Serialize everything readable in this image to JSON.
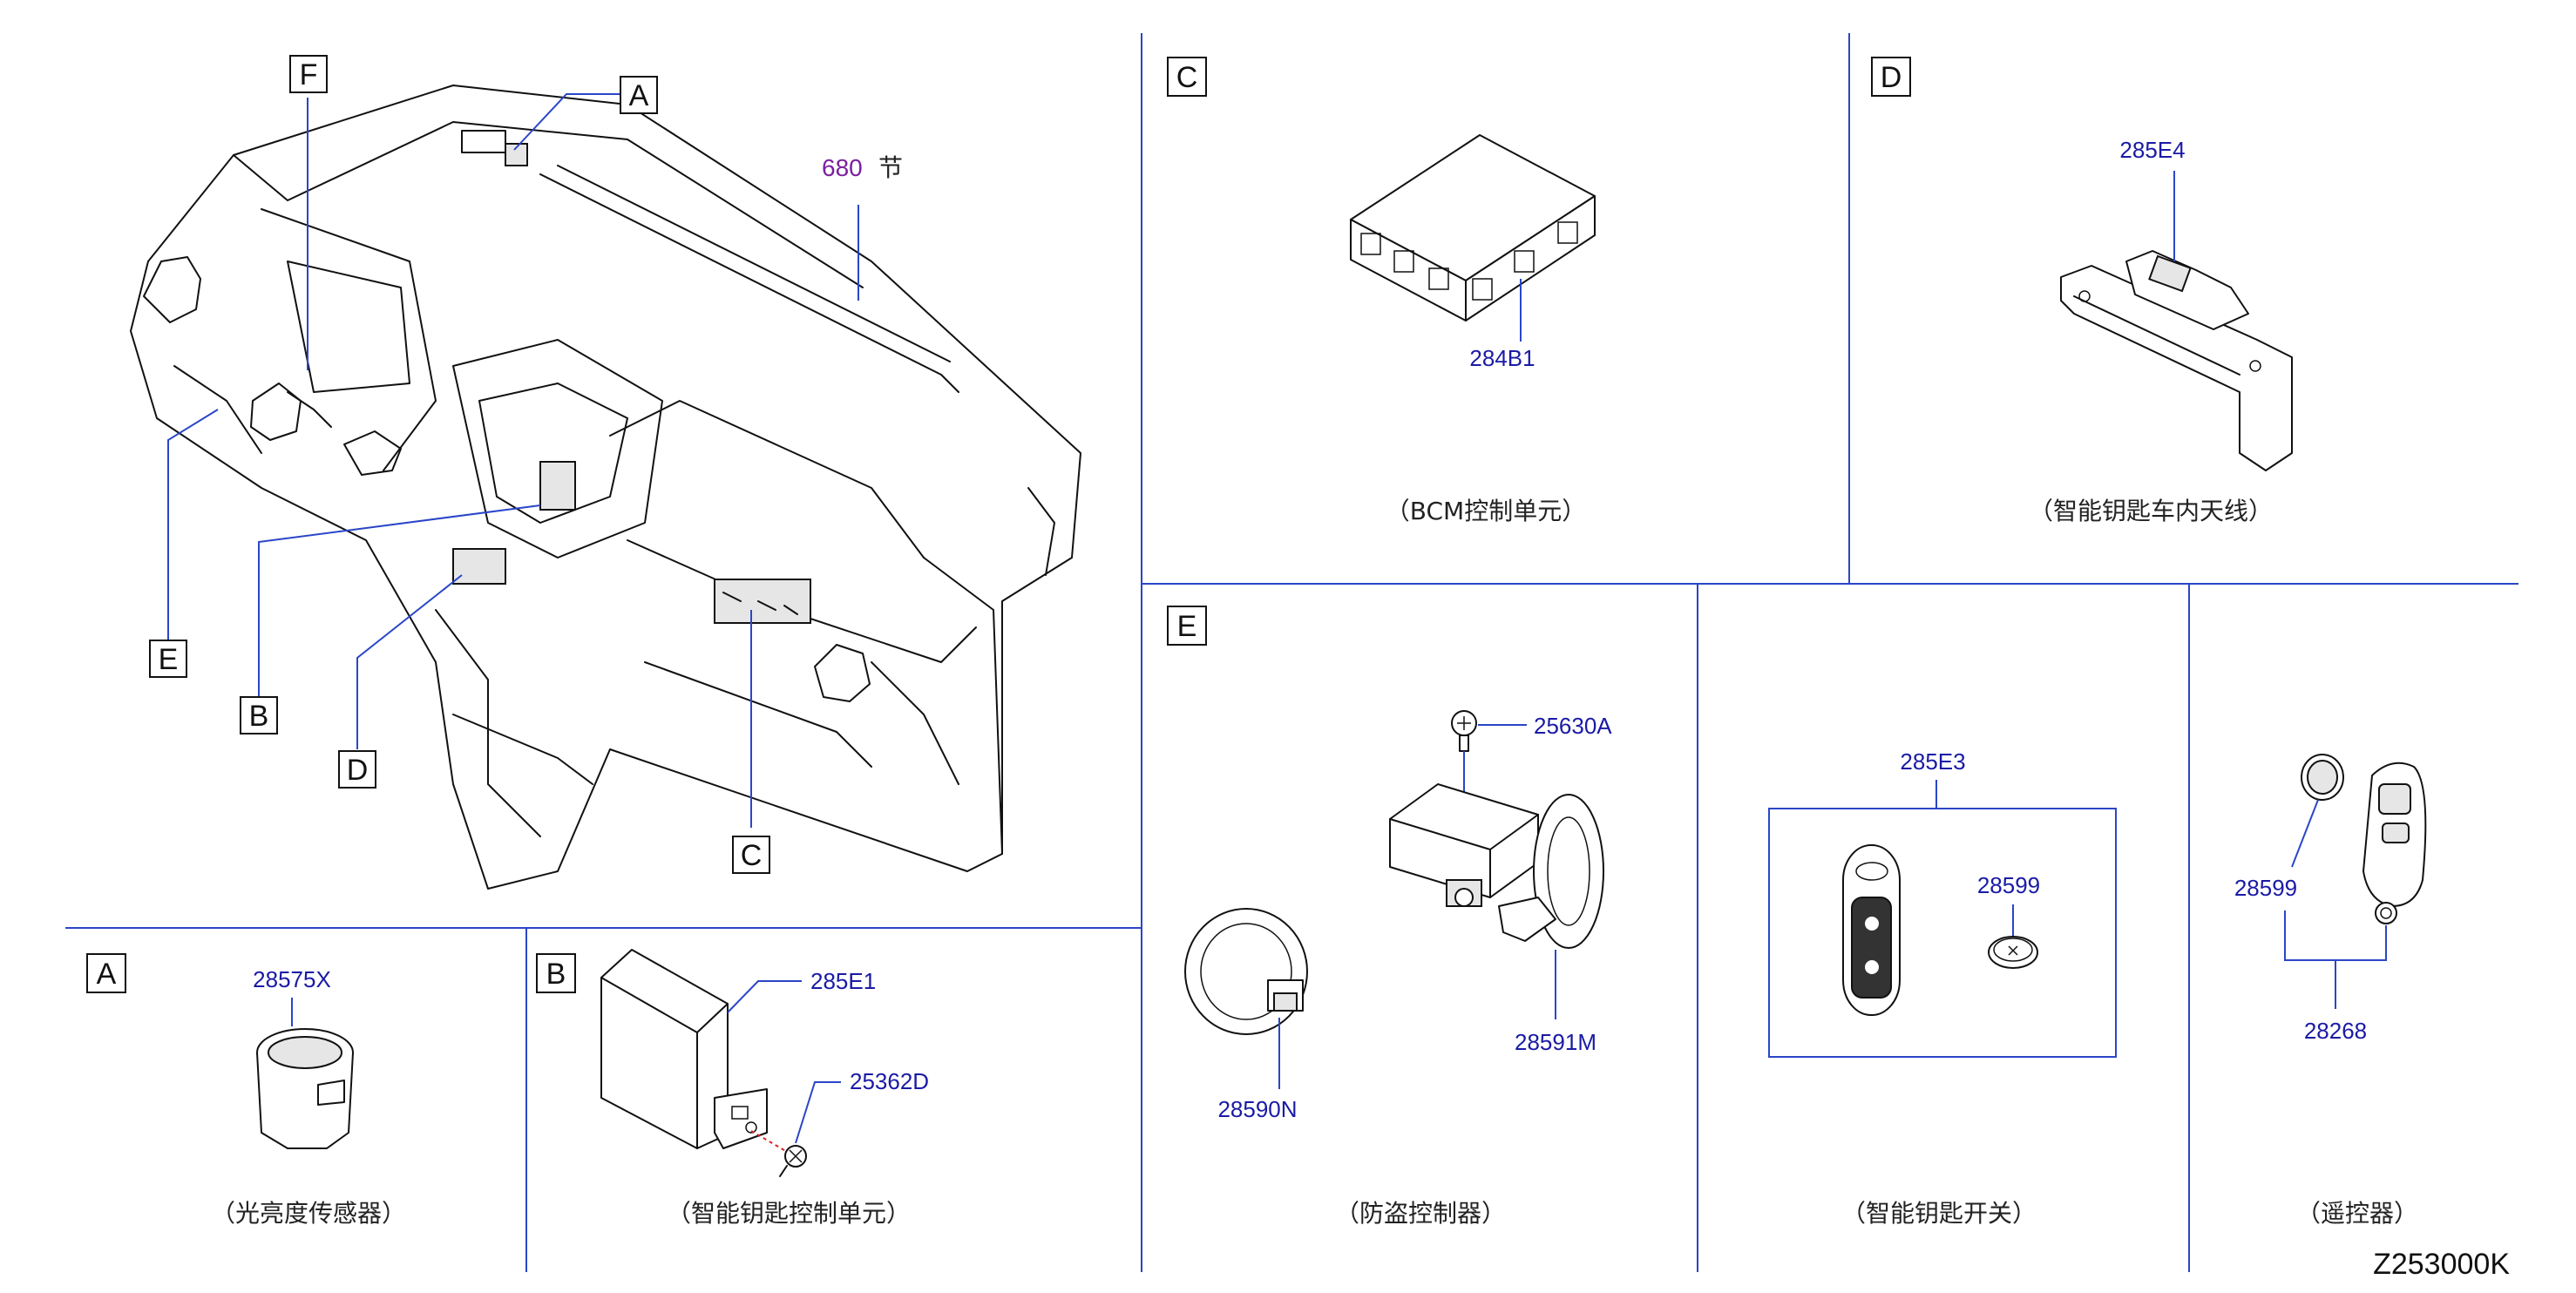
{
  "panels": {
    "overview": {
      "callouts": [
        "F",
        "A",
        "E",
        "B",
        "D",
        "C"
      ],
      "section_number": "680",
      "section_unit": "节"
    },
    "C": {
      "letter": "C",
      "part": "284B1",
      "caption": "（BCM控制单元）"
    },
    "D": {
      "letter": "D",
      "part": "285E4",
      "caption": "（智能钥匙车内天线）"
    },
    "A": {
      "letter": "A",
      "part": "28575X",
      "caption": "（光亮度传感器）"
    },
    "B": {
      "letter": "B",
      "parts": [
        "285E1",
        "25362D"
      ],
      "caption": "（智能钥匙控制单元）"
    },
    "E": {
      "letter": "E",
      "parts": [
        "25630A",
        "28591M",
        "28590N"
      ],
      "caption": "（防盗控制器）"
    },
    "smart_key": {
      "parts": [
        "285E3",
        "28599"
      ],
      "caption": "（智能钥匙开关）"
    },
    "remote": {
      "parts": [
        "28599",
        "28268"
      ],
      "caption": "（遥控器）"
    }
  },
  "diagram_code": "Z253000K",
  "colors": {
    "part_label": "#1a1aa6",
    "leader": "#2a46c8",
    "section_number": "#7a1fa0"
  }
}
